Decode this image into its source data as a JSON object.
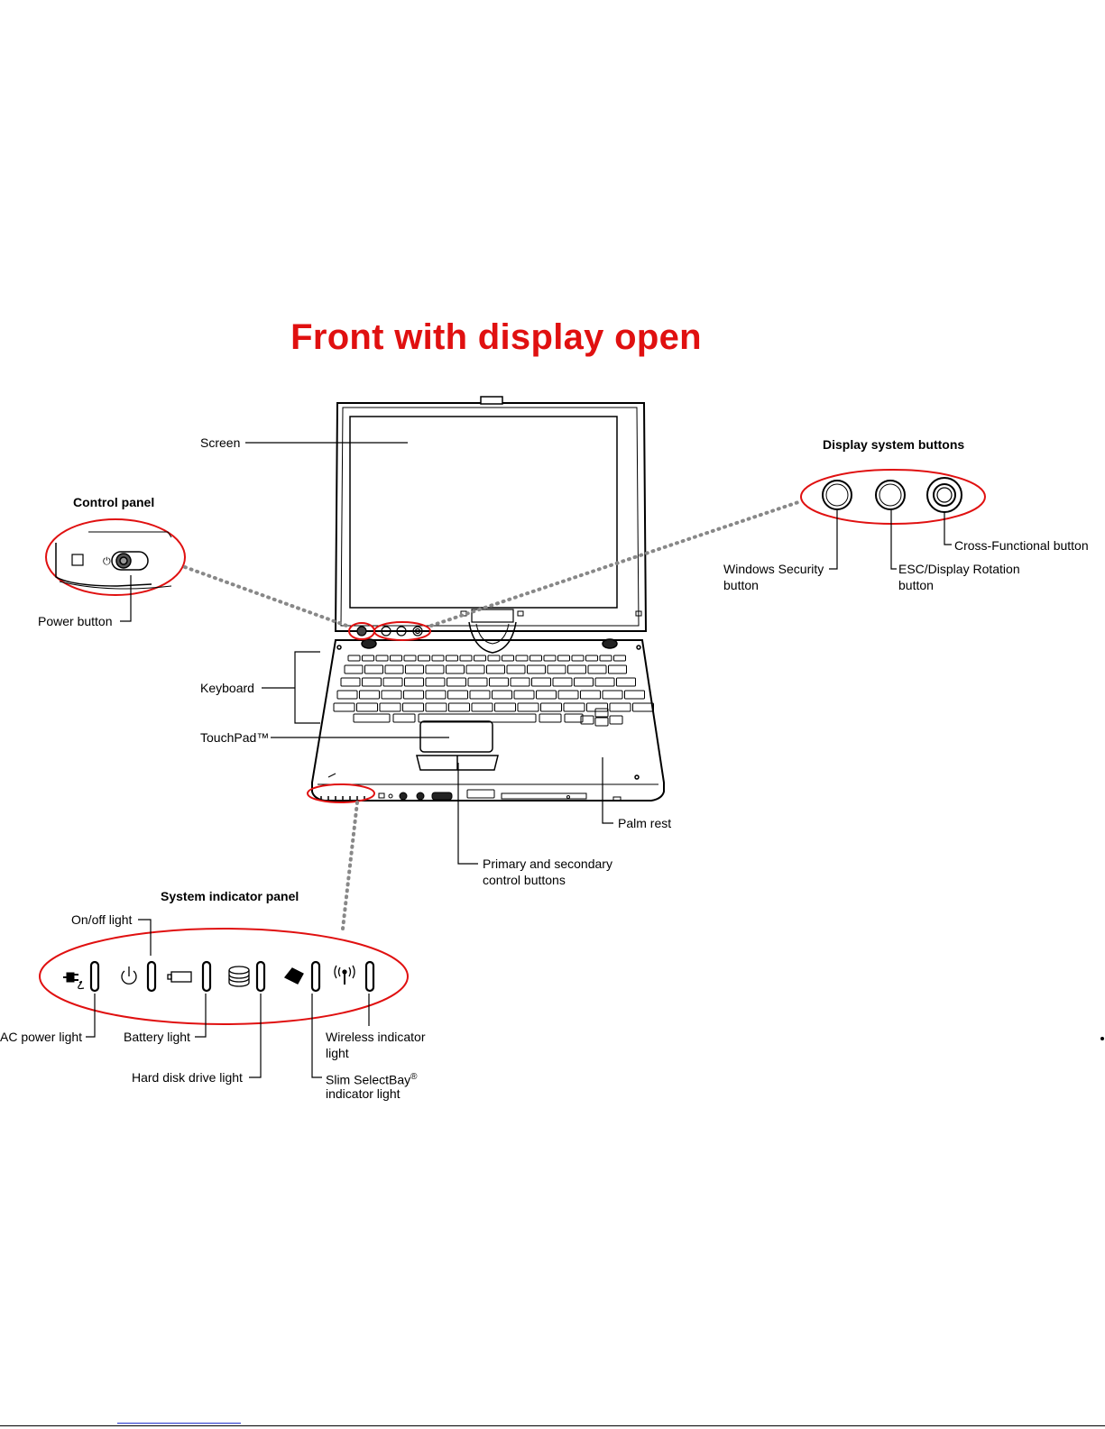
{
  "title": "Front with display open",
  "headings": {
    "control_panel": "Control panel",
    "display_buttons": "Display system buttons",
    "indicator_panel": "System indicator panel"
  },
  "labels": {
    "screen": "Screen",
    "power_button": "Power button",
    "keyboard": "Keyboard",
    "touchpad": "TouchPad™",
    "palm_rest": "Palm rest",
    "primary_secondary_1": "Primary and secondary",
    "primary_secondary_2": "control buttons",
    "windows_security_1": "Windows Security",
    "windows_security_2": "button",
    "esc_display_1": "ESC/Display Rotation",
    "esc_display_2": "button",
    "cross_functional": "Cross-Functional button",
    "onoff_light": "On/off light",
    "ac_power_light": "AC power light",
    "battery_light": "Battery light",
    "hdd_light": "Hard disk drive light",
    "wireless_1": "Wireless indicator",
    "wireless_2": "light",
    "selectbay_1": "Slim SelectBay",
    "selectbay_reg": "®",
    "selectbay_2": "indicator light"
  },
  "icons": [
    "ac-plug-icon",
    "power-icon",
    "battery-icon",
    "hard-disk-icon",
    "selectbay-icon",
    "wireless-icon"
  ],
  "colors": {
    "highlight": "#e01010",
    "leader": "#000000",
    "dotted": "#888888"
  }
}
